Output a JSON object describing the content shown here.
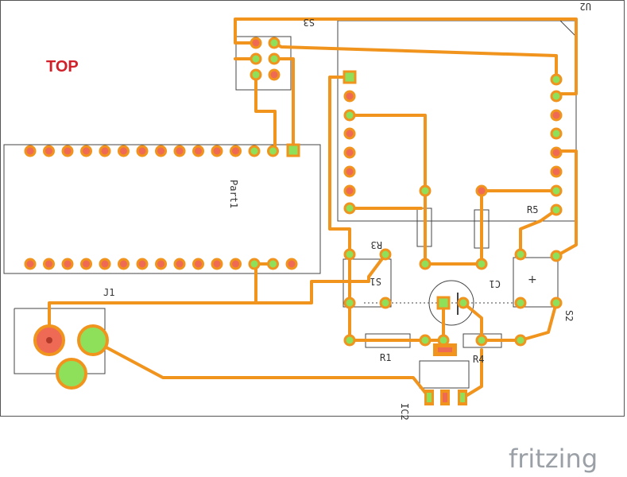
{
  "layer_label": "TOP",
  "brand": "fritzing",
  "parts": {
    "part1": "Part1",
    "j1": "J1",
    "s3": "S3",
    "u2": "U2",
    "r1": "R1",
    "r3": "R3",
    "r4": "R4",
    "r5": "R5",
    "s1": "S1",
    "s2": "S2",
    "c1": "C1",
    "ic2": "IC2"
  },
  "symbols": {
    "plus": "+"
  },
  "colors": {
    "board_outline": "#555555",
    "trace": "#f0941e",
    "pad_ring": "#f0941e",
    "pad_green": "#8ee05a",
    "pad_red": "#ee6a55",
    "label_red": "#d0202a"
  }
}
